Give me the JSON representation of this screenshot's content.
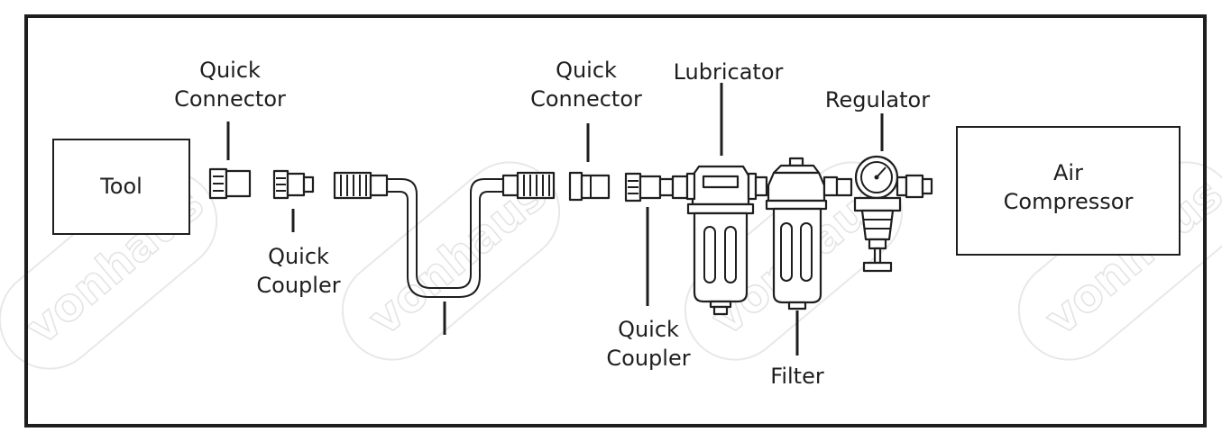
{
  "brand_watermark": "vonhaus",
  "colors": {
    "border": "#1e1e1e",
    "line": "#1e1e1e",
    "background": "#ffffff",
    "watermark": "#e4e4e4"
  },
  "labels": {
    "tool": "Tool",
    "quick_connector_left": [
      "Quick",
      "Connector"
    ],
    "quick_coupler_left": [
      "Quick",
      "Coupler"
    ],
    "quick_connector_right": [
      "Quick",
      "Connector"
    ],
    "quick_coupler_right": [
      "Quick",
      "Coupler"
    ],
    "lubricator": "Lubricator",
    "regulator": "Regulator",
    "filter": "Filter",
    "air_compressor": [
      "Air",
      "Compressor"
    ]
  }
}
